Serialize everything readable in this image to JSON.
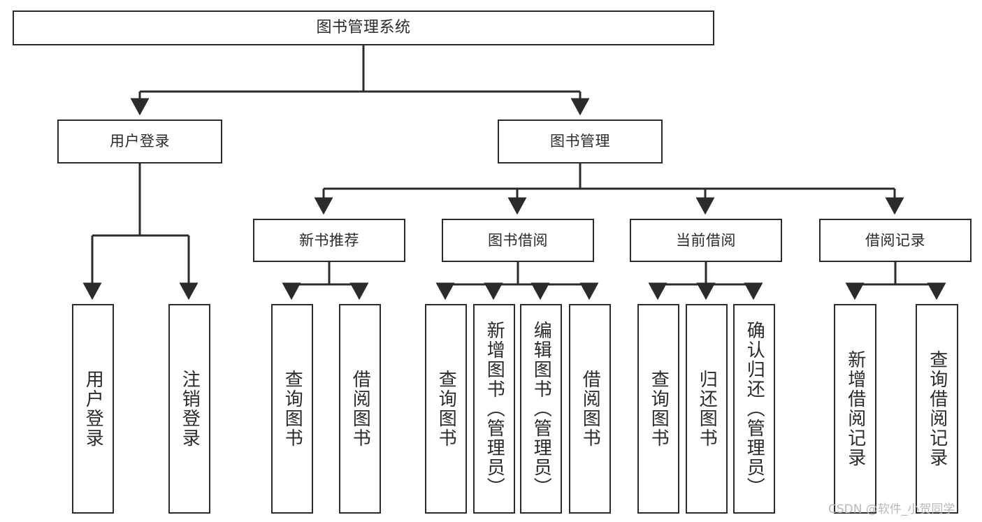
{
  "diagram": {
    "title": "图书管理系统",
    "type": "tree-structure-chart",
    "orientation": "top-down",
    "colors": {
      "box_border": "#2b2b2b",
      "box_fill": "#ffffff",
      "connector": "#2b2b2b",
      "text": "#2b2b2b",
      "background": "#ffffff",
      "watermark": "#b9b9b9"
    }
  },
  "nodes": {
    "root": {
      "label": "图书管理系统"
    },
    "level2": [
      {
        "id": "user-login",
        "label": "用户登录"
      },
      {
        "id": "book-manage",
        "label": "图书管理"
      }
    ],
    "level3": [
      {
        "id": "new-book-recommend",
        "label": "新书推荐"
      },
      {
        "id": "book-borrow",
        "label": "图书借阅"
      },
      {
        "id": "current-borrow",
        "label": "当前借阅"
      },
      {
        "id": "borrow-record",
        "label": "借阅记录"
      }
    ],
    "leaves": {
      "user_login": [
        {
          "id": "leaf-user-login",
          "label": "用户登录"
        },
        {
          "id": "leaf-logout",
          "label": "注销登录"
        }
      ],
      "new_book_recommend": [
        {
          "id": "leaf-query-book-1",
          "label": "查询图书"
        },
        {
          "id": "leaf-borrow-book-1",
          "label": "借阅图书"
        }
      ],
      "book_borrow": [
        {
          "id": "leaf-query-book-2",
          "label": "查询图书"
        },
        {
          "id": "leaf-add-book",
          "label": "新增图书（管理员）"
        },
        {
          "id": "leaf-edit-book",
          "label": "编辑图书（管理员）"
        },
        {
          "id": "leaf-borrow-book-2",
          "label": "借阅图书"
        }
      ],
      "current_borrow": [
        {
          "id": "leaf-query-book-3",
          "label": "查询图书"
        },
        {
          "id": "leaf-return-book",
          "label": "归还图书"
        },
        {
          "id": "leaf-confirm-return",
          "label": "确认归还（管理员）"
        }
      ],
      "borrow_record": [
        {
          "id": "leaf-add-record",
          "label": "新增借阅记录"
        },
        {
          "id": "leaf-query-record",
          "label": "查询借阅记录"
        }
      ]
    }
  },
  "watermark": {
    "text": "CSDN @软件_小贺同学"
  }
}
